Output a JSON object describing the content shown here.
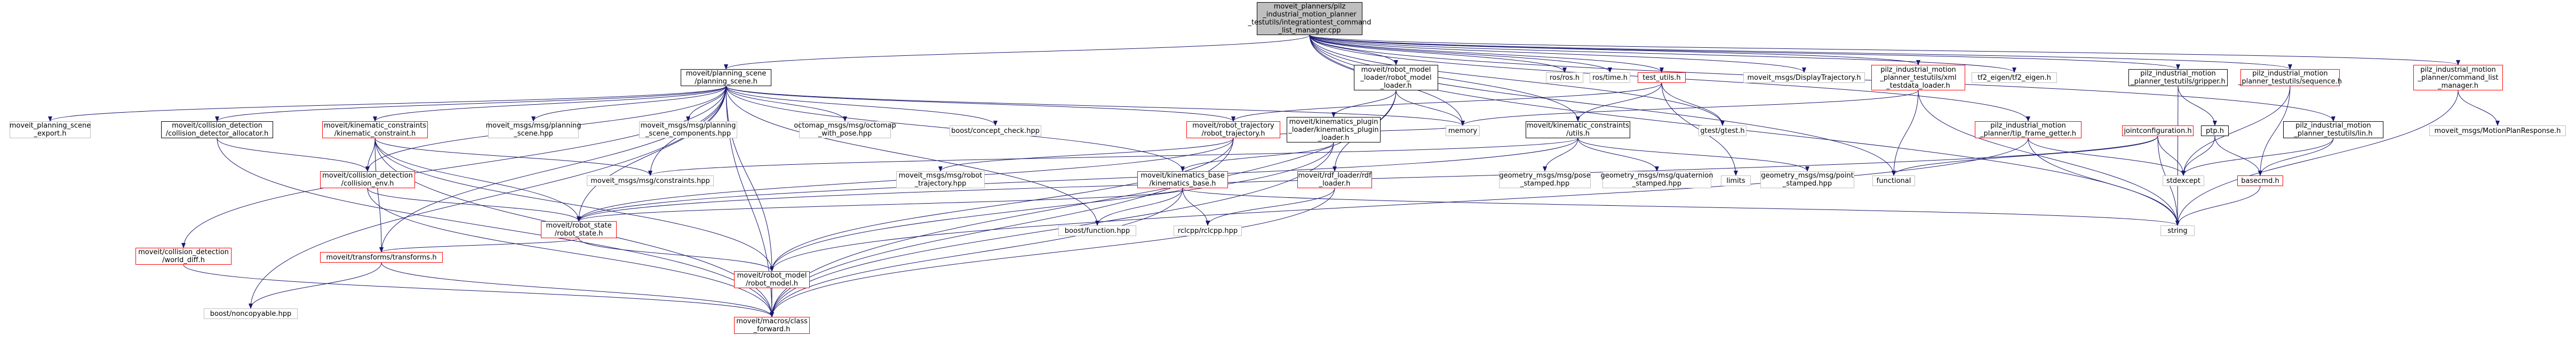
{
  "colors": {
    "edge": "#191970",
    "node_border": "#bfbfbf",
    "red_border": "#ff0000",
    "main_fill": "#bfbfbf"
  },
  "nodes": {
    "root": "moveit_planners/pilz\n_industrial_motion_planner\n_testutils/integrationtest_command\n_list_manager.cpp",
    "planning_scene": "moveit/planning_scene\n/planning_scene.h",
    "planning_scene_export": "moveit_planning_scene\n_export.h",
    "coll_alloc": "moveit/collision_detection\n/collision_detector_allocator.h",
    "kin_constraint": "moveit/kinematic_constraints\n/kinematic_constraint.h",
    "msg_planning_scene": "moveit_msgs/msg/planning\n_scene.hpp",
    "msg_planning_components": "moveit_msgs/msg/planning\n_scene_components.hpp",
    "octomap": "octomap_msgs/msg/octomap\n_with_pose.hpp",
    "concept_check": "boost/concept_check.hpp",
    "robot_traj": "moveit/robot_trajectory\n/robot_trajectory.h",
    "rm_loader": "moveit/robot_model\n_loader/robot_model\n_loader.h",
    "kin_plugin_loader": "moveit/kinematics_plugin\n_loader/kinematics_plugin\n_loader.h",
    "rosros": "ros/ros.h",
    "rostime": "ros/time.h",
    "test_utils": "test_utils.h",
    "display_traj": "moveit_msgs/DisplayTrajectory.h",
    "xml_loader": "pilz_industrial_motion\n_planner_testutils/xml\n_testdata_loader.h",
    "tf2_eigen": "tf2_eigen/tf2_eigen.h",
    "gripper": "pilz_industrial_motion\n_planner_testutils/gripper.h",
    "sequence": "pilz_industrial_motion\n_planner_testutils/sequence.h",
    "cmd_list_manager": "pilz_industrial_motion\n_planner/command_list\n_manager.h",
    "kin_utils": "moveit/kinematic_constraints\n/utils.h",
    "memory": "memory",
    "gtest": "gtest/gtest.h",
    "tip_frame": "pilz_industrial_motion\n_planner/tip_frame_getter.h",
    "jointconfig": "jointconfiguration.h",
    "ptp": "ptp.h",
    "lin": "pilz_industrial_motion\n_planner_testutils/lin.h",
    "motion_plan_resp": "moveit_msgs/MotionPlanResponse.h",
    "coll_env": "moveit/collision_detection\n/collision_env.h",
    "msg_constraints": "moveit_msgs/msg/constraints.hpp",
    "msg_robot_traj": "moveit_msgs/msg/robot\n_trajectory.hpp",
    "kin_base": "moveit/kinematics_base\n/kinematics_base.h",
    "srdf_loader": "moveit/rdf_loader/rdf\n_loader.h",
    "geo_pose": "geometry_msgs/msg/pose\n_stamped.hpp",
    "geo_quat": "geometry_msgs/msg/quaternion\n_stamped.hpp",
    "limits": "limits",
    "geo_point": "geometry_msgs/msg/point\n_stamped.hpp",
    "functional": "functional",
    "stdexcept": "stdexcept",
    "basecmd": "basecmd.h",
    "robot_state": "moveit/robot_state\n/robot_state.h",
    "world_diff": "moveit/collision_detection\n/world_diff.h",
    "boost_function": "boost/function.hpp",
    "rclcpp": "rclcpp/rclcpp.hpp",
    "string": "string",
    "transforms": "moveit/transforms/transforms.h",
    "robot_model": "moveit/robot_model\n/robot_model.h",
    "noncopyable": "boost/noncopyable.hpp",
    "class_forward": "moveit/macros/class\n_forward.h"
  }
}
